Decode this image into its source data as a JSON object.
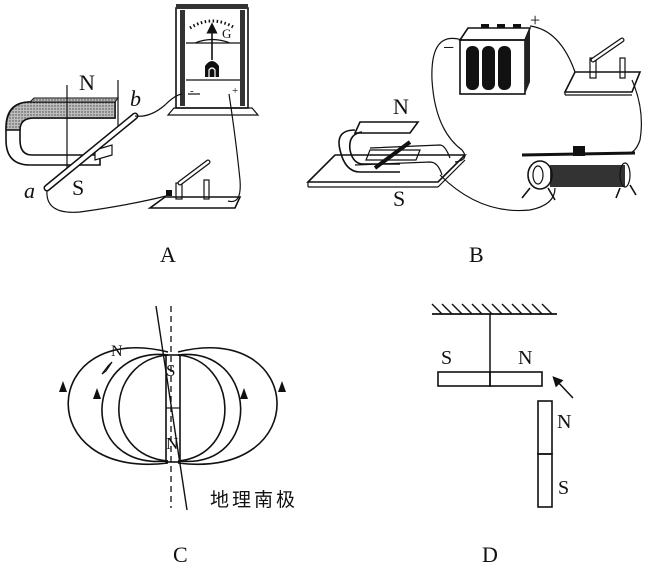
{
  "figure": {
    "panels": [
      {
        "id": "A",
        "caption": "A",
        "labels": {
          "north": "N",
          "south": "S",
          "end_a": "a",
          "end_b": "b",
          "meter": "G",
          "minus": "-",
          "plus": "+"
        },
        "components": [
          "horseshoe-magnet",
          "conductor-rod",
          "galvanometer",
          "knife-switch",
          "wires"
        ]
      },
      {
        "id": "B",
        "caption": "B",
        "labels": {
          "north": "N",
          "south": "S",
          "minus": "−",
          "plus": "+"
        },
        "components": [
          "horseshoe-magnet-on-rails",
          "battery-3-cell",
          "knife-switch",
          "rheostat",
          "wires"
        ]
      },
      {
        "id": "C",
        "caption": "C",
        "labels": {
          "compass_north": "N",
          "bar_top": "S",
          "bar_bottom": "N",
          "geo_label": "地理南极"
        },
        "components": [
          "earth-bar-magnet",
          "field-lines",
          "rotation-axis-dashed",
          "magnetic-axis",
          "compass-needle"
        ]
      },
      {
        "id": "D",
        "caption": "D",
        "labels": {
          "hung_left": "S",
          "hung_right": "N",
          "vert_top": "N",
          "vert_bottom": "S"
        },
        "components": [
          "ceiling",
          "string",
          "hanging-bar-magnet",
          "standing-bar-magnet",
          "arrow"
        ]
      }
    ]
  }
}
